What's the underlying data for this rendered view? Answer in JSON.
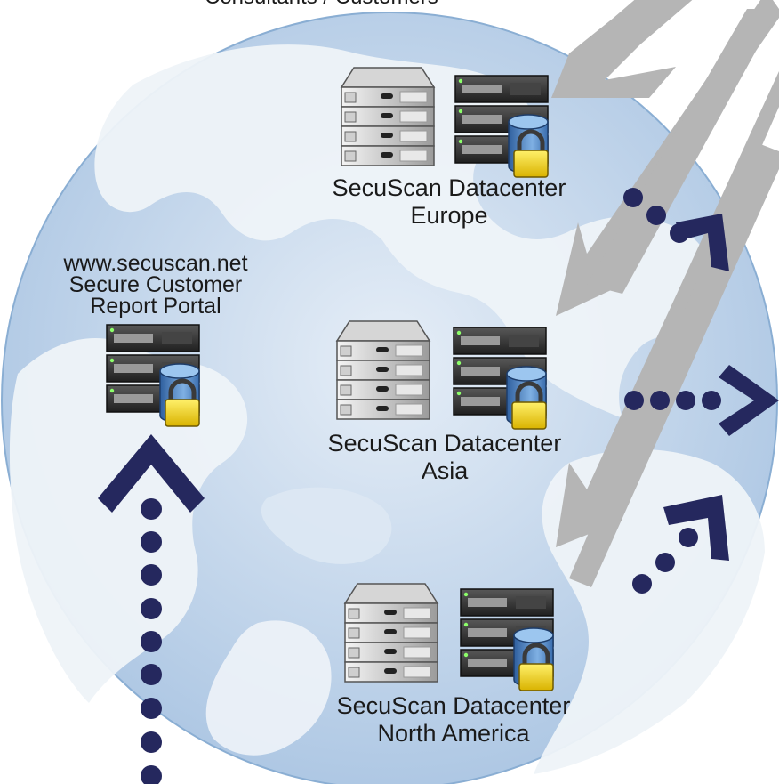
{
  "top_caption": "Consultants / Customers",
  "portal": {
    "line1": "www.secuscan.net",
    "line2": "Secure Customer",
    "line3": "Report Portal"
  },
  "datacenters": [
    {
      "name": "SecuScan Datacenter",
      "region": "Europe"
    },
    {
      "name": "SecuScan Datacenter",
      "region": "Asia"
    },
    {
      "name": "SecuScan Datacenter",
      "region": "North America"
    }
  ],
  "icons": {
    "server_rack": "server-rack-icon",
    "secure_storage": "secure-storage-icon",
    "lock": "lock-icon"
  },
  "colors": {
    "globe_water": "#c9dcef",
    "globe_land": "#eef3f8",
    "arrow_gray": "#b5b5b5",
    "dots_navy": "#25285e",
    "lock_yellow": "#f2d21a"
  }
}
